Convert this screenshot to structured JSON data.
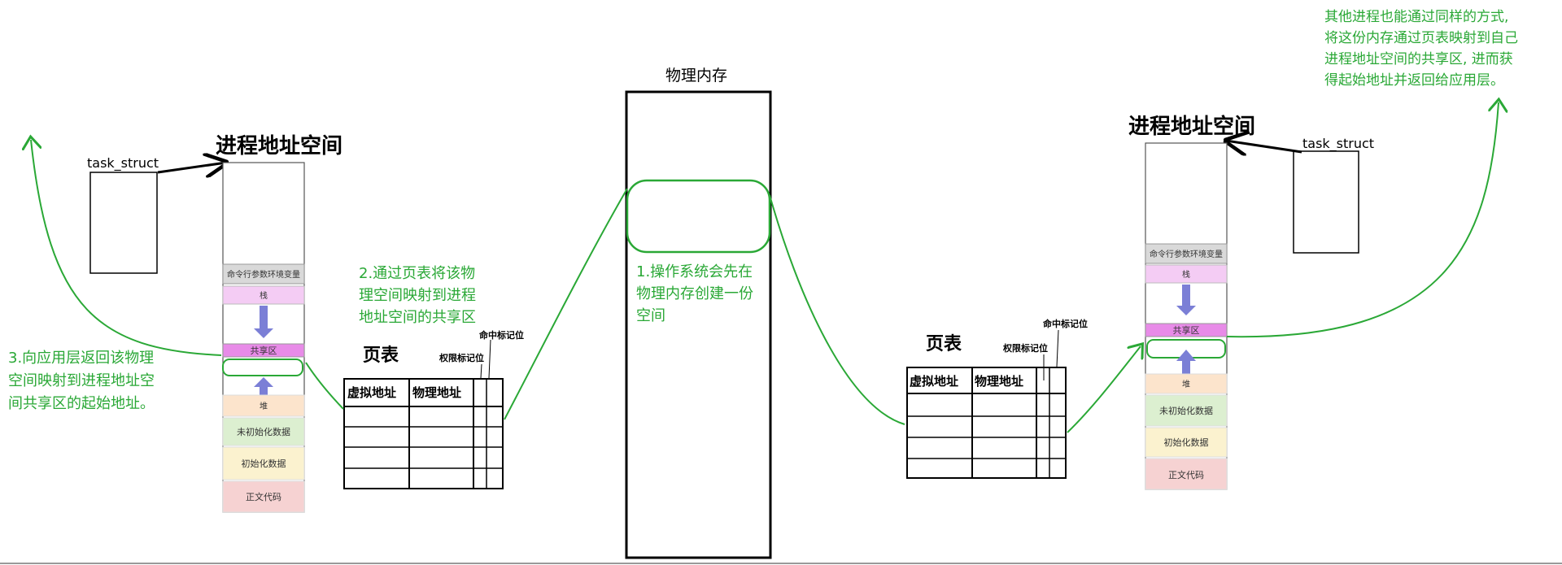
{
  "left": {
    "title": "进程地址空间",
    "task_struct": "task_struct",
    "segments": {
      "args_env": "命令行参数环境变量",
      "stack": "栈",
      "shared": "共享区",
      "heap": "堆",
      "bss": "未初始化数据",
      "data": "初始化数据",
      "text": "正文代码"
    },
    "page_table": {
      "title": "页表",
      "col_virtual": "虚拟地址",
      "col_physical": "物理地址",
      "flag_permission": "权限标记位",
      "flag_present": "命中标记位"
    },
    "note_step2": [
      "2.通过页表将该物",
      "理空间映射到进程",
      "地址空间的共享区"
    ],
    "note_step3": [
      "3.向应用层返回该物理",
      "空间映射到进程地址空",
      "间共享区的起始地址。"
    ]
  },
  "center": {
    "title": "物理内存",
    "note_step1": [
      "1.操作系统会先在",
      "物理内存创建一份",
      "空间"
    ]
  },
  "right": {
    "title": "进程地址空间",
    "task_struct": "task_struct",
    "segments": {
      "args_env": "命令行参数环境变量",
      "stack": "栈",
      "shared": "共享区",
      "heap": "堆",
      "bss": "未初始化数据",
      "data": "初始化数据",
      "text": "正文代码"
    },
    "page_table": {
      "title": "页表",
      "col_virtual": "虚拟地址",
      "col_physical": "物理地址",
      "flag_permission": "权限标记位",
      "flag_present": "命中标记位"
    },
    "note_other": [
      "其他进程也能通过同样的方式,",
      "将这份内存通过页表映射到自己",
      "进程地址空间的共享区, 进而获",
      "得起始地址并返回给应用层。"
    ]
  },
  "colors": {
    "annotation": "#2aa836",
    "args": "#d9d9d9",
    "stack": "#f4ccf4",
    "shared": "#e88be8",
    "heap": "#fce4cc",
    "bss": "#dcefd0",
    "data": "#fbf2cf",
    "text": "#f6d2d2",
    "arrow": "#7b7fd6"
  }
}
